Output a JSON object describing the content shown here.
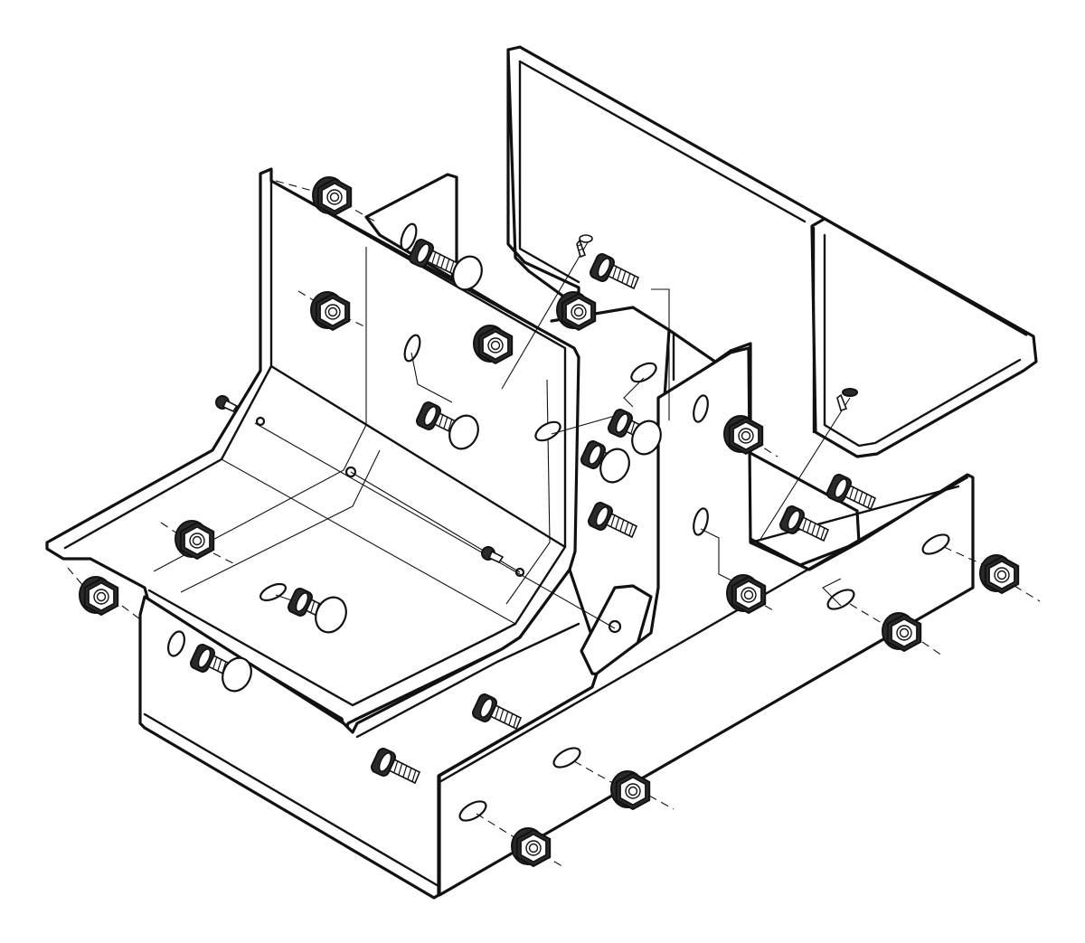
{
  "figure": {
    "kind": "exploded isometric assembly drawing",
    "colors": {
      "line": "#111111",
      "fill": "#ffffff",
      "hardware": "#2a2a2a"
    },
    "icons": [
      "cable-tray-corner-section",
      "cover-plate",
      "hex-flange-nut",
      "carriage-bolt",
      "small-screw"
    ]
  }
}
